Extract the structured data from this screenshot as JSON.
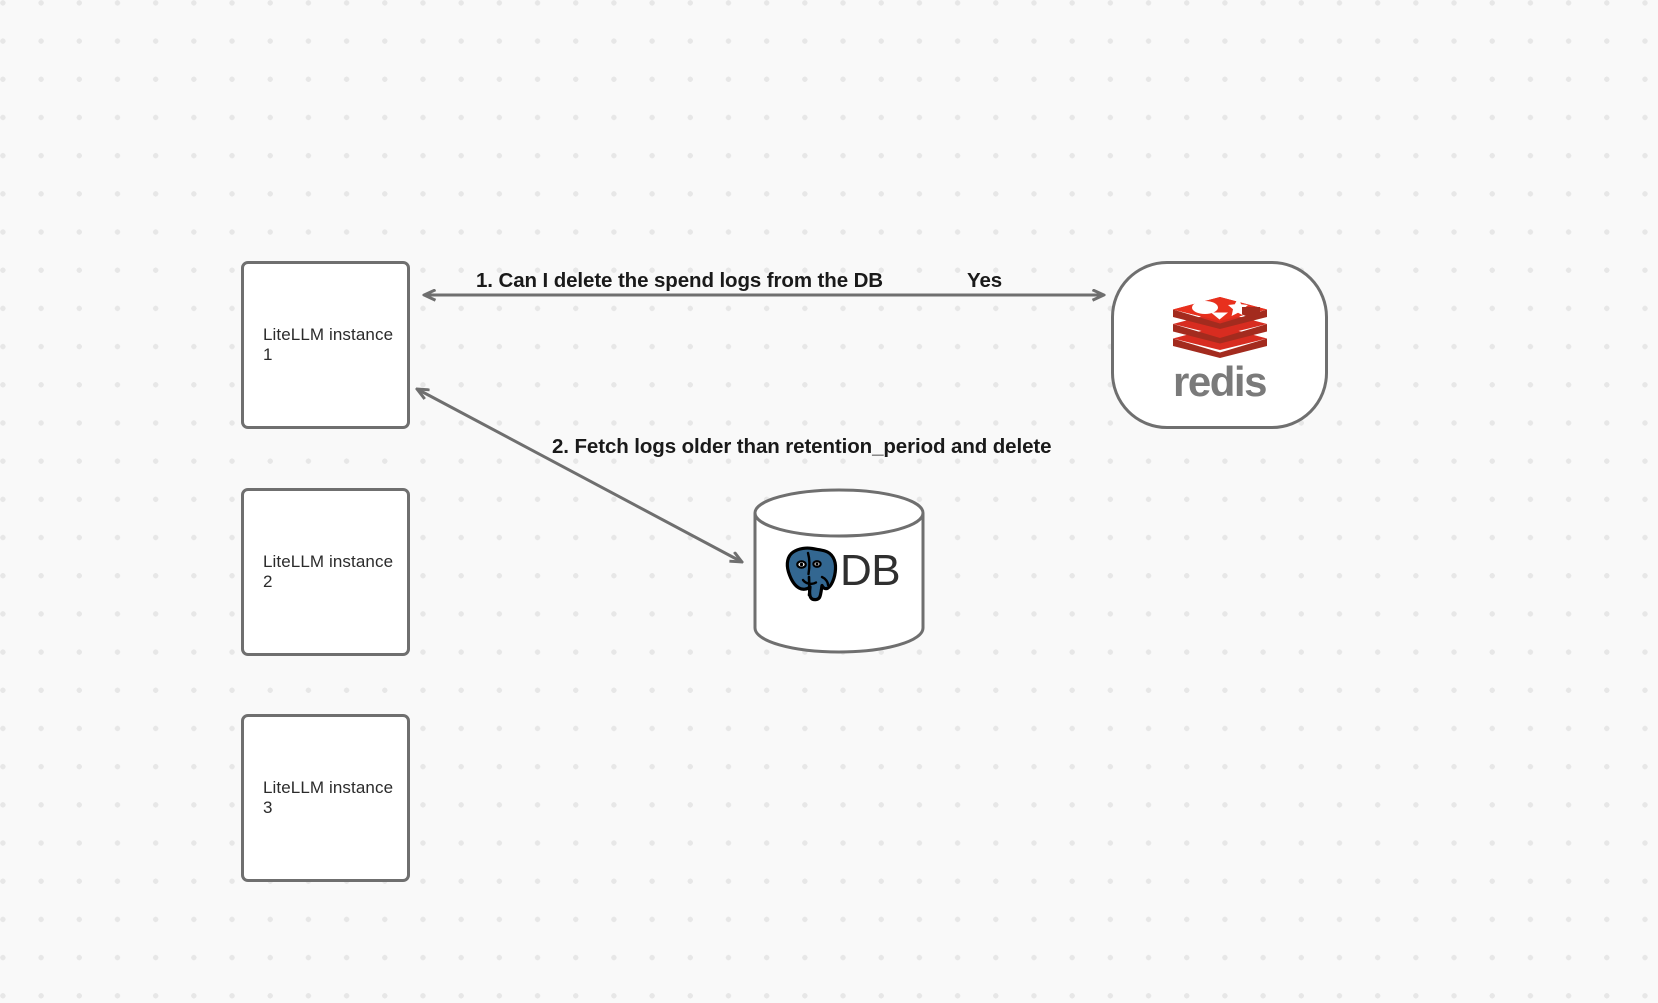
{
  "canvas": {
    "background_color": "#f9f9f9",
    "dot_color": "#e7e7e7",
    "stroke_color": "#6f6f6f"
  },
  "nodes": [
    {
      "id": "litellm-1",
      "label": "LiteLLM instance 1",
      "shape": "rounded-rect"
    },
    {
      "id": "litellm-2",
      "label": "LiteLLM instance 2",
      "shape": "rounded-rect"
    },
    {
      "id": "litellm-3",
      "label": "LiteLLM instance 3",
      "shape": "rounded-rect"
    },
    {
      "id": "redis",
      "label": "redis",
      "shape": "stadium",
      "logo": "redis-logo",
      "logo_color": "#d82c20",
      "wordmark_color": "#7a7a7a"
    },
    {
      "id": "db",
      "label": "DB",
      "shape": "cylinder",
      "logo": "postgresql-elephant-icon",
      "logo_color": "#336791"
    }
  ],
  "edges": [
    {
      "id": "edge-1",
      "from": "redis",
      "to": "litellm-1",
      "label": "1.  Can I delete the spend logs from the DB",
      "reply_label": "Yes",
      "direction": "bidirectional"
    },
    {
      "id": "edge-2",
      "from": "litellm-1",
      "to": "db",
      "label": "2.  Fetch logs older than retention_period and delete",
      "direction": "bidirectional"
    }
  ],
  "labels": {
    "step_1": "1.  Can I delete the spend logs from the DB",
    "step_1_yes": "Yes",
    "step_2": "2.  Fetch logs older than retention_period and delete",
    "redis_wordmark": "redis",
    "db_text": "DB"
  }
}
